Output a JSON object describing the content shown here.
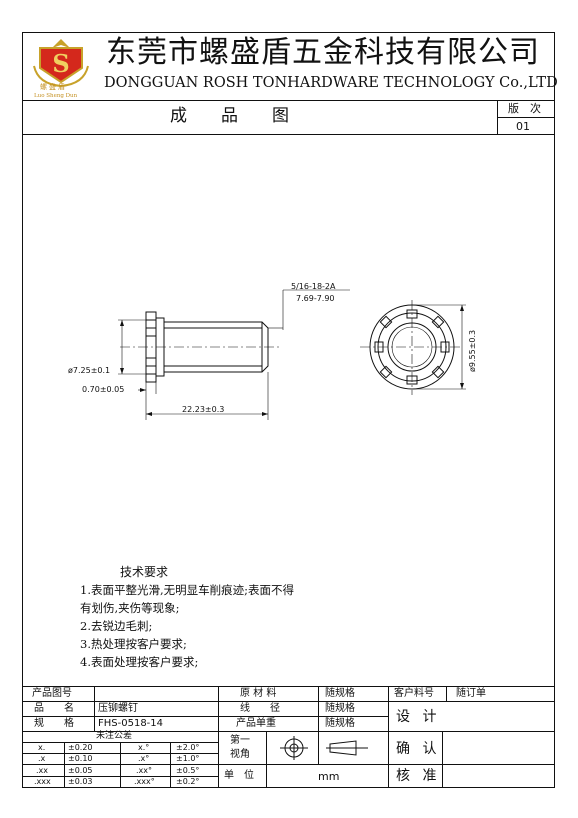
{
  "header": {
    "company_cn": "东莞市螺盛盾五金科技有限公司",
    "company_en": "DONGGUAN ROSH TONHARDWARE TECHNOLOGY Co.,LTD",
    "logo_letter": "S",
    "logo_cn": "螺盛盾",
    "logo_pinyin": "Luo Sheng Dun",
    "drawing_title": "成　　品　　图",
    "version_label": "版　次",
    "version_value": "01"
  },
  "drawing": {
    "thread_spec": "5/16-18-2A",
    "thread_dim": "7.69-7.90",
    "dia_head": "ø7.25±0.1",
    "head_thk": "0.70±0.05",
    "length": "22.23±0.3",
    "dia_outer": "ø9.55±0.3"
  },
  "notes": {
    "title": "技术要求",
    "lines": [
      "1.表面平整光滑,无明显车削痕迹;表面不得",
      "有划伤,夹伤等现象;",
      "2.去锐边毛刺;",
      "3.热处理按客户要求;",
      "4.表面处理按客户要求;"
    ]
  },
  "title_block": {
    "product_no_label": "产品图号",
    "name_label": "品　　名",
    "name_value": "压铆螺钉",
    "spec_label": "规　　格",
    "spec_value": "FHS-0518-14",
    "material_label": "原 材 料",
    "material_value": "随规格",
    "wire_label": "线　　径",
    "wire_value": "随规格",
    "weight_label": "产品单重",
    "weight_value": "随规格",
    "customer_no_label": "客户料号",
    "customer_no_value": "随订单",
    "design_label": "设 计",
    "confirm_label": "确 认",
    "approve_label": "核 准",
    "tolerance_title": "未注公差",
    "tolerances": [
      [
        "x.",
        "±0.20",
        "x.°",
        "±2.0°"
      ],
      [
        ".x",
        "±0.10",
        ".x°",
        "±1.0°"
      ],
      [
        ".xx",
        "±0.05",
        ".xx°",
        "±0.5°"
      ],
      [
        ".xxx",
        "±0.03",
        ".xxx°",
        "±0.2°"
      ]
    ],
    "angle_label_1": "第一",
    "angle_label_2": "视角",
    "unit_label": "单　位",
    "unit_value": "mm"
  }
}
